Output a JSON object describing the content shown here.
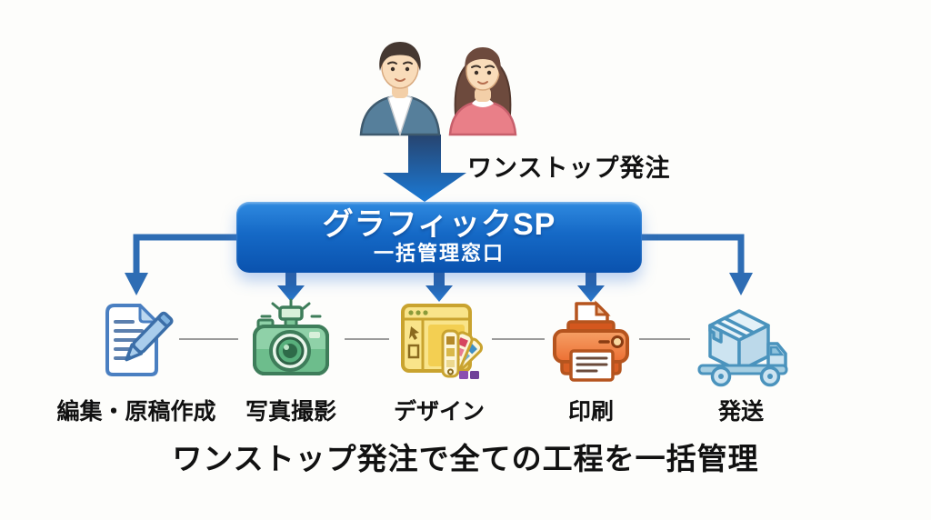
{
  "colors": {
    "background": "#fdfdfb",
    "hub_blue_top": "#2f8ae0",
    "hub_blue_bottom": "#0a52ae",
    "connector_blue": "#2e6db4",
    "arrow_gradient_top": "#27446f",
    "arrow_gradient_bottom": "#1b7ad6",
    "text_black": "#111111",
    "doc_icon_blue": "#4a7fc1",
    "camera_icon_green": "#8fd1a8",
    "design_icon_yellow": "#f9e48a",
    "printer_icon_orange": "#ee7a38",
    "truck_icon_blue": "#cde4f1"
  },
  "top": {
    "order_arrow_label": "ワンストップ発注"
  },
  "hub": {
    "title": "グラフィックSP",
    "subtitle": "一括管理窓口"
  },
  "steps": [
    {
      "label": "編集・原稿作成",
      "icon": "document-pen-icon"
    },
    {
      "label": "写真撮影",
      "icon": "camera-icon"
    },
    {
      "label": "デザイン",
      "icon": "design-window-icon"
    },
    {
      "label": "印刷",
      "icon": "printer-icon"
    },
    {
      "label": "発送",
      "icon": "delivery-truck-icon"
    }
  ],
  "footer": {
    "caption": "ワンストップ発注で全ての工程を一括管理"
  }
}
